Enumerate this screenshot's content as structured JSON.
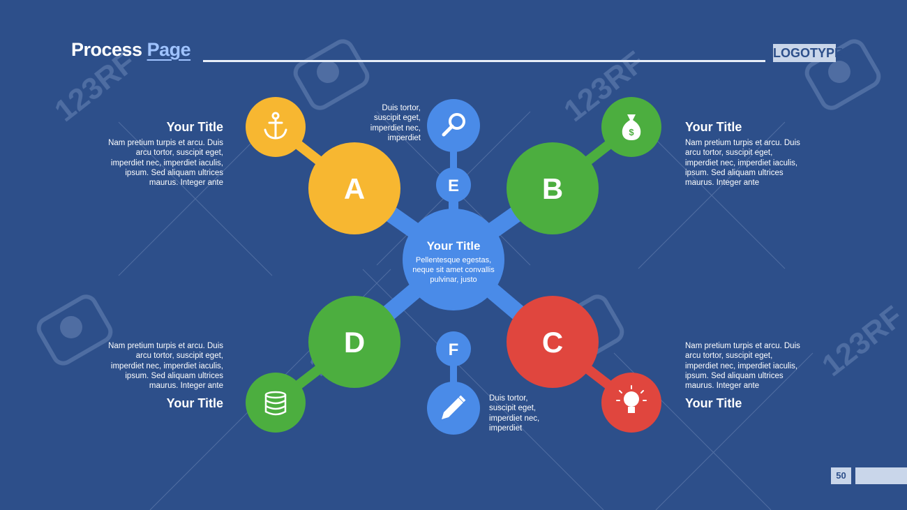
{
  "header": {
    "title_part1": "Process",
    "title_part2": "Page",
    "logo": "LOGOTYPE"
  },
  "watermark": "123RF",
  "nodes": {
    "A": {
      "letter": "A",
      "color": "#f7b731"
    },
    "B": {
      "letter": "B",
      "color": "#4cae3f"
    },
    "C": {
      "letter": "C",
      "color": "#e0463e"
    },
    "D": {
      "letter": "D",
      "color": "#4cae3f"
    },
    "E": {
      "letter": "E",
      "color": "#4a8be8"
    },
    "F": {
      "letter": "F",
      "color": "#4a8be8"
    },
    "center_color": "#4a8be8"
  },
  "center": {
    "title": "Your Title",
    "text": "Pellentesque egestas, neque sit amet convallis pulvinar, justo"
  },
  "blocks": {
    "a": {
      "title": "Your Title",
      "text": "Nam pretium turpis et arcu. Duis arcu tortor, suscipit eget, imperdiet nec, imperdiet iaculis, ipsum. Sed aliquam ultrices maurus. Integer ante"
    },
    "b": {
      "title": "Your Title",
      "text": "Nam pretium turpis et arcu. Duis arcu tortor, suscipit eget, imperdiet nec, imperdiet iaculis, ipsum. Sed aliquam ultrices maurus. Integer ante"
    },
    "c": {
      "title": "Your Title",
      "text": "Nam pretium turpis et arcu. Duis arcu tortor, suscipit eget, imperdiet nec, imperdiet iaculis, ipsum. Sed aliquam ultrices maurus. Integer ante"
    },
    "d": {
      "title": "Your Title",
      "text": "Nam pretium turpis et arcu. Duis arcu tortor, suscipit eget, imperdiet nec, imperdiet iaculis, ipsum. Sed aliquam ultrices maurus. Integer ante"
    },
    "e": {
      "text": "Duis tortor, suscipit eget, imperdiet nec, imperdiet"
    },
    "f": {
      "text": "Duis tortor, suscipit eget, imperdiet nec, imperdiet"
    }
  },
  "icons": {
    "a": "anchor-icon",
    "b": "money-bag-icon",
    "c": "lightbulb-icon",
    "d": "coins-stack-icon",
    "e": "magnifier-icon",
    "f": "pencil-icon"
  },
  "footer": {
    "page_number": "50"
  }
}
